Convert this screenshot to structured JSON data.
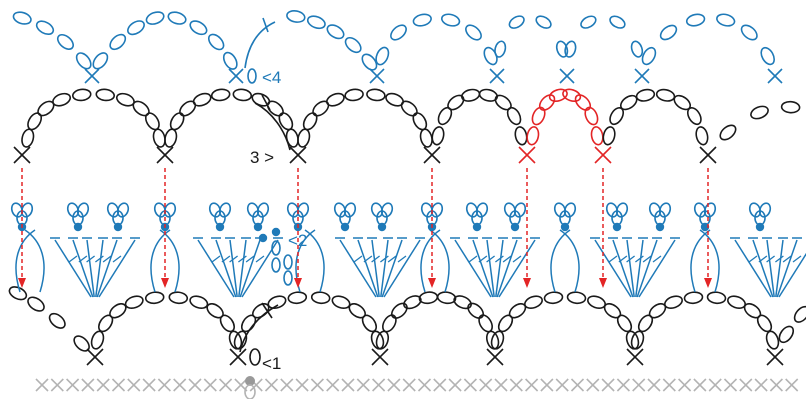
{
  "diagram": {
    "labels": {
      "row1": "<1",
      "row2": "<2",
      "row3": "3 >",
      "row4": "<4"
    },
    "colors": {
      "black": "#1a1a1a",
      "blue": "#1f7ab8",
      "red": "#e32526",
      "gray": "#b3b3b3",
      "dot": "#1f7ab8"
    },
    "symbols": {
      "chain": "oval",
      "single_crochet": "x-mark",
      "slip_stitch": "dot",
      "treble": "t-post",
      "foundation": "gray-x"
    }
  }
}
